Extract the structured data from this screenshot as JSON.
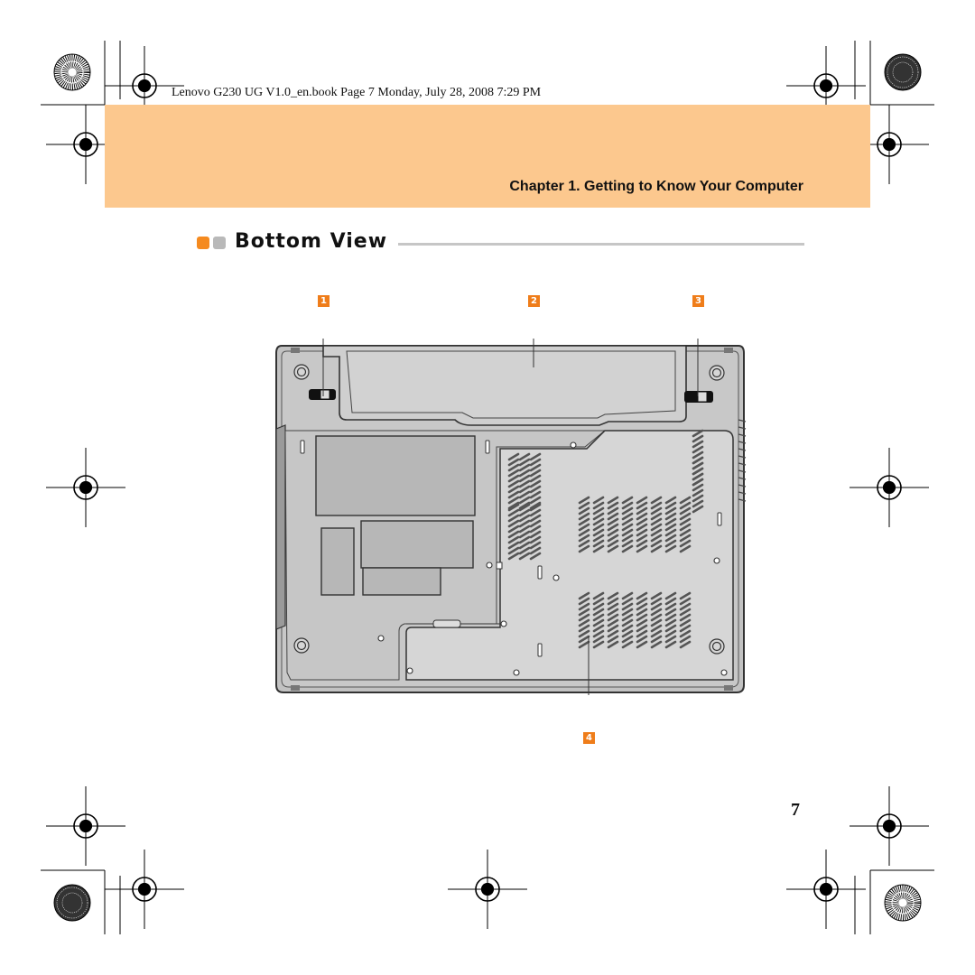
{
  "print_header": {
    "text": "Lenovo G230 UG V1.0_en.book  Page 7  Monday, July 28, 2008  7:29 PM"
  },
  "chapter": {
    "title": "Chapter 1. Getting to Know Your Computer",
    "band_color": "#fcc88e"
  },
  "section": {
    "title": "Bottom View",
    "bullet_colors": [
      "#f58a1f",
      "#b9b9b9"
    ]
  },
  "figure": {
    "callouts": [
      "1",
      "2",
      "3",
      "4"
    ],
    "callout_color": "#ef7d1a"
  },
  "page_number": "7"
}
